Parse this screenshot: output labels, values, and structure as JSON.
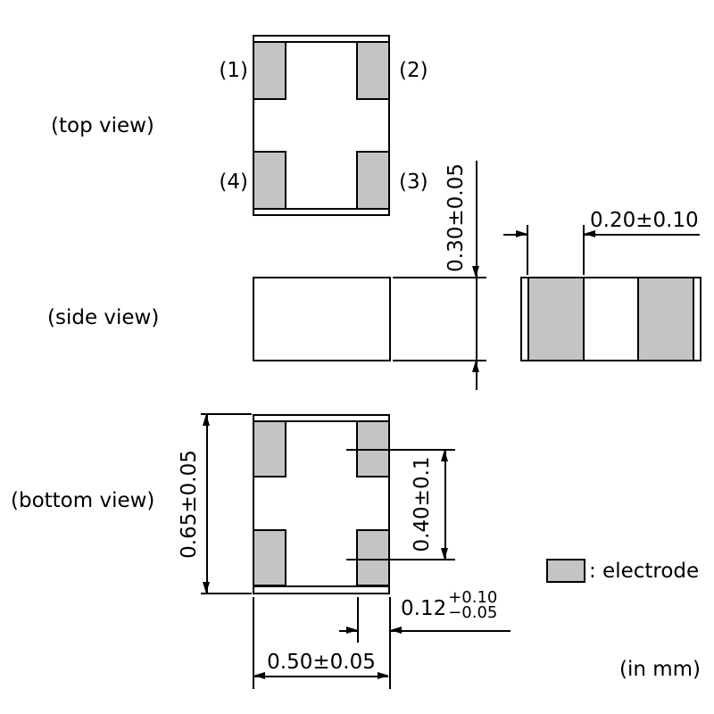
{
  "views": {
    "top": "(top view)",
    "side": "(side view)",
    "bottom": "(bottom view)"
  },
  "pins": {
    "p1": "(1)",
    "p2": "(2)",
    "p3": "(3)",
    "p4": "(4)"
  },
  "dims": {
    "thickness": "0.30±0.05",
    "electrode_end_width": "0.20±0.10",
    "body_length": "0.65±0.05",
    "pad_pitch": "0.40±0.1",
    "pad_width": "0.12",
    "pad_width_plus": "+0.10",
    "pad_width_minus": "−0.05",
    "body_width": "0.50±0.05"
  },
  "legend": {
    "electrode": ": electrode"
  },
  "note_units": "(in mm)",
  "colors": {
    "electrode_fill": "#c4c4c4",
    "line": "#000000",
    "background": "#ffffff"
  }
}
